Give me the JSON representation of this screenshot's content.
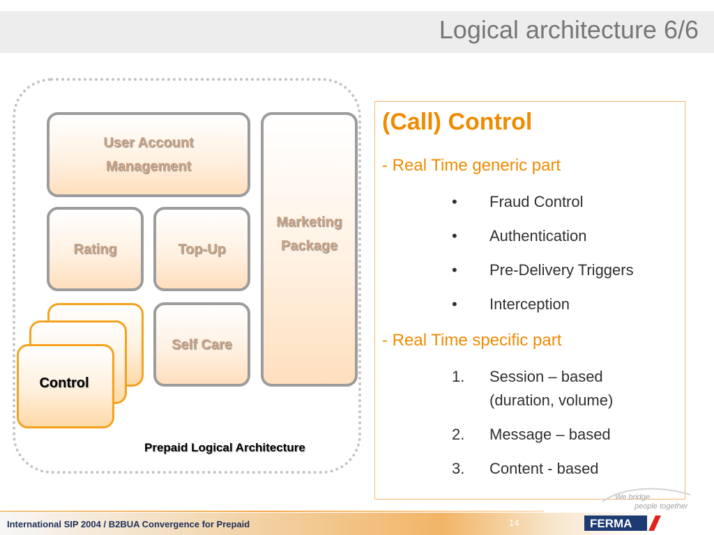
{
  "slide": {
    "title": "Logical architecture 6/6"
  },
  "architecture": {
    "caption": "Prepaid Logical Architecture",
    "boxes": {
      "user_account": [
        "User Account",
        "Management"
      ],
      "rating": "Rating",
      "topup": "Top-Up",
      "marketing": [
        "Marketing",
        "Package"
      ],
      "self_care": "Self Care",
      "control": "Control"
    }
  },
  "panel": {
    "heading": "(Call) Control",
    "section1": "- Real Time generic part",
    "bullets": [
      "Fraud Control",
      "Authentication",
      "Pre-Delivery Triggers",
      "Interception"
    ],
    "bullet_marker": "•",
    "section2": "- Real Time specific part",
    "numbered": [
      {
        "marker": "1.",
        "lines": [
          "Session – based",
          "(duration, volume)"
        ]
      },
      {
        "marker": "2.",
        "lines": [
          "Message – based"
        ]
      },
      {
        "marker": "3.",
        "lines": [
          "Content - based"
        ]
      }
    ]
  },
  "footer": {
    "text": "International SIP 2004 / B2BUA Convergence for Prepaid",
    "page_number": "14",
    "tagline": [
      "We bridge",
      "people together"
    ],
    "logo_text": "FERMA"
  },
  "colors": {
    "accent_orange": "#f08a00",
    "control_border": "#f4a21d",
    "box_border": "#9c9c9c",
    "footer_text": "#1c2f5a"
  }
}
